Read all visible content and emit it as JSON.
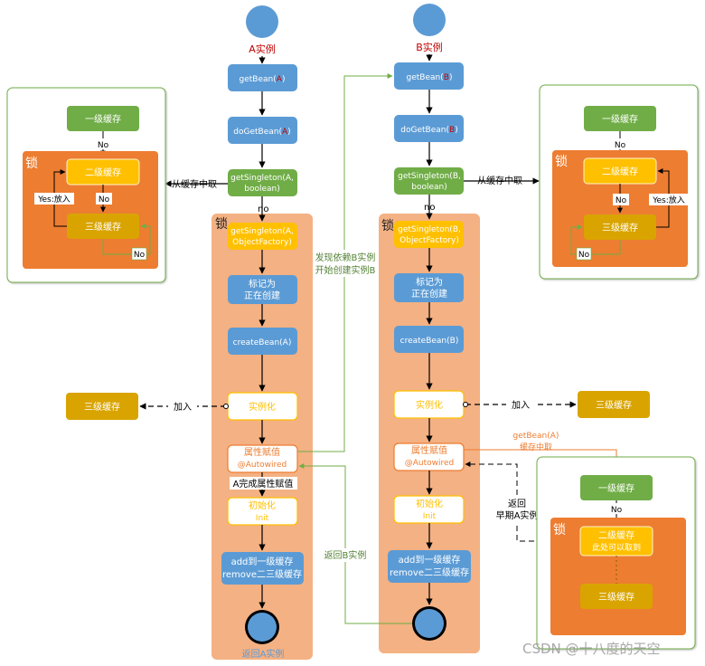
{
  "a_flow": {
    "title": "A实例",
    "getbean": [
      "getBean(",
      "A",
      ")"
    ],
    "dogetbean": [
      "doGetBean(",
      "A",
      ")"
    ],
    "getsingleton_1": [
      "getSingleton(A,",
      "boolean)"
    ],
    "from_cache": "从缓存中取",
    "no": "no",
    "lock": "锁",
    "getsingleton_2": [
      "getSingleton(A,",
      "ObjectFactory)"
    ],
    "mark_creating": [
      "标记为",
      "正在创建"
    ],
    "create_bean": "createBean(A)",
    "instantiate": "实例化",
    "add_label": "加入",
    "third_cache_target": "三级缓存",
    "populate": [
      "属性赋值",
      "@Autowired"
    ],
    "populate_done": "A完成属性赋值",
    "init": [
      "初始化",
      "Init"
    ],
    "add_first": [
      "add到一级缓存",
      "remove二三级缓存"
    ],
    "return_label": "返回A实例"
  },
  "b_flow": {
    "title": "B实例",
    "getbean": [
      "getBean(",
      "B",
      ")"
    ],
    "dogetbean": [
      "doGetBean(",
      "B",
      ")"
    ],
    "getsingleton_1": [
      "getSingleton(B,",
      "boolean)"
    ],
    "from_cache": "从缓存中取",
    "no": "no",
    "lock": "锁",
    "getsingleton_2": [
      "getSingleton(B,",
      "ObjectFactory)"
    ],
    "mark_creating": [
      "标记为",
      "正在创建"
    ],
    "create_bean": "createBean(B)",
    "instantiate": "实例化",
    "add_label": "加入",
    "third_cache_target": "三级缓存",
    "populate": [
      "属性赋值",
      "@Autowired"
    ],
    "init": [
      "初始化",
      "Init"
    ],
    "add_first": [
      "add到一级缓存",
      "remove二三级缓存"
    ]
  },
  "connectors": {
    "found_dep": [
      "发现依赖B实例",
      "开始创建实例B"
    ],
    "return_b": "返回B实例",
    "getbean_a": [
      "getBean(A)",
      "缓存中取"
    ],
    "return_early": [
      "返回",
      "早期A实例"
    ]
  },
  "cache_left": {
    "first": "一级缓存",
    "no": "No",
    "lock": "锁",
    "second": "二级缓存",
    "yes_put": "Yes:放入",
    "no2": "No",
    "third": "三级缓存",
    "no3": "No"
  },
  "cache_right": {
    "first": "一级缓存",
    "no": "No",
    "lock": "锁",
    "second": "二级缓存",
    "yes_put": "Yes:放入",
    "no2": "No",
    "third": "三级缓存",
    "no3": "No"
  },
  "cache_bottom": {
    "first": "一级缓存",
    "no": "No",
    "lock": "锁",
    "second": [
      "二级缓存",
      "此处可以取到"
    ],
    "third": "三级缓存"
  },
  "watermark": "CSDN @十八度的天空",
  "colors": {
    "blue": "#5b9bd5",
    "green": "#70ad47",
    "yellow": "#ffc000",
    "orange": "#ed7d31",
    "peach": "#f4b183",
    "gold": "#d9a400",
    "red": "#c00000"
  }
}
